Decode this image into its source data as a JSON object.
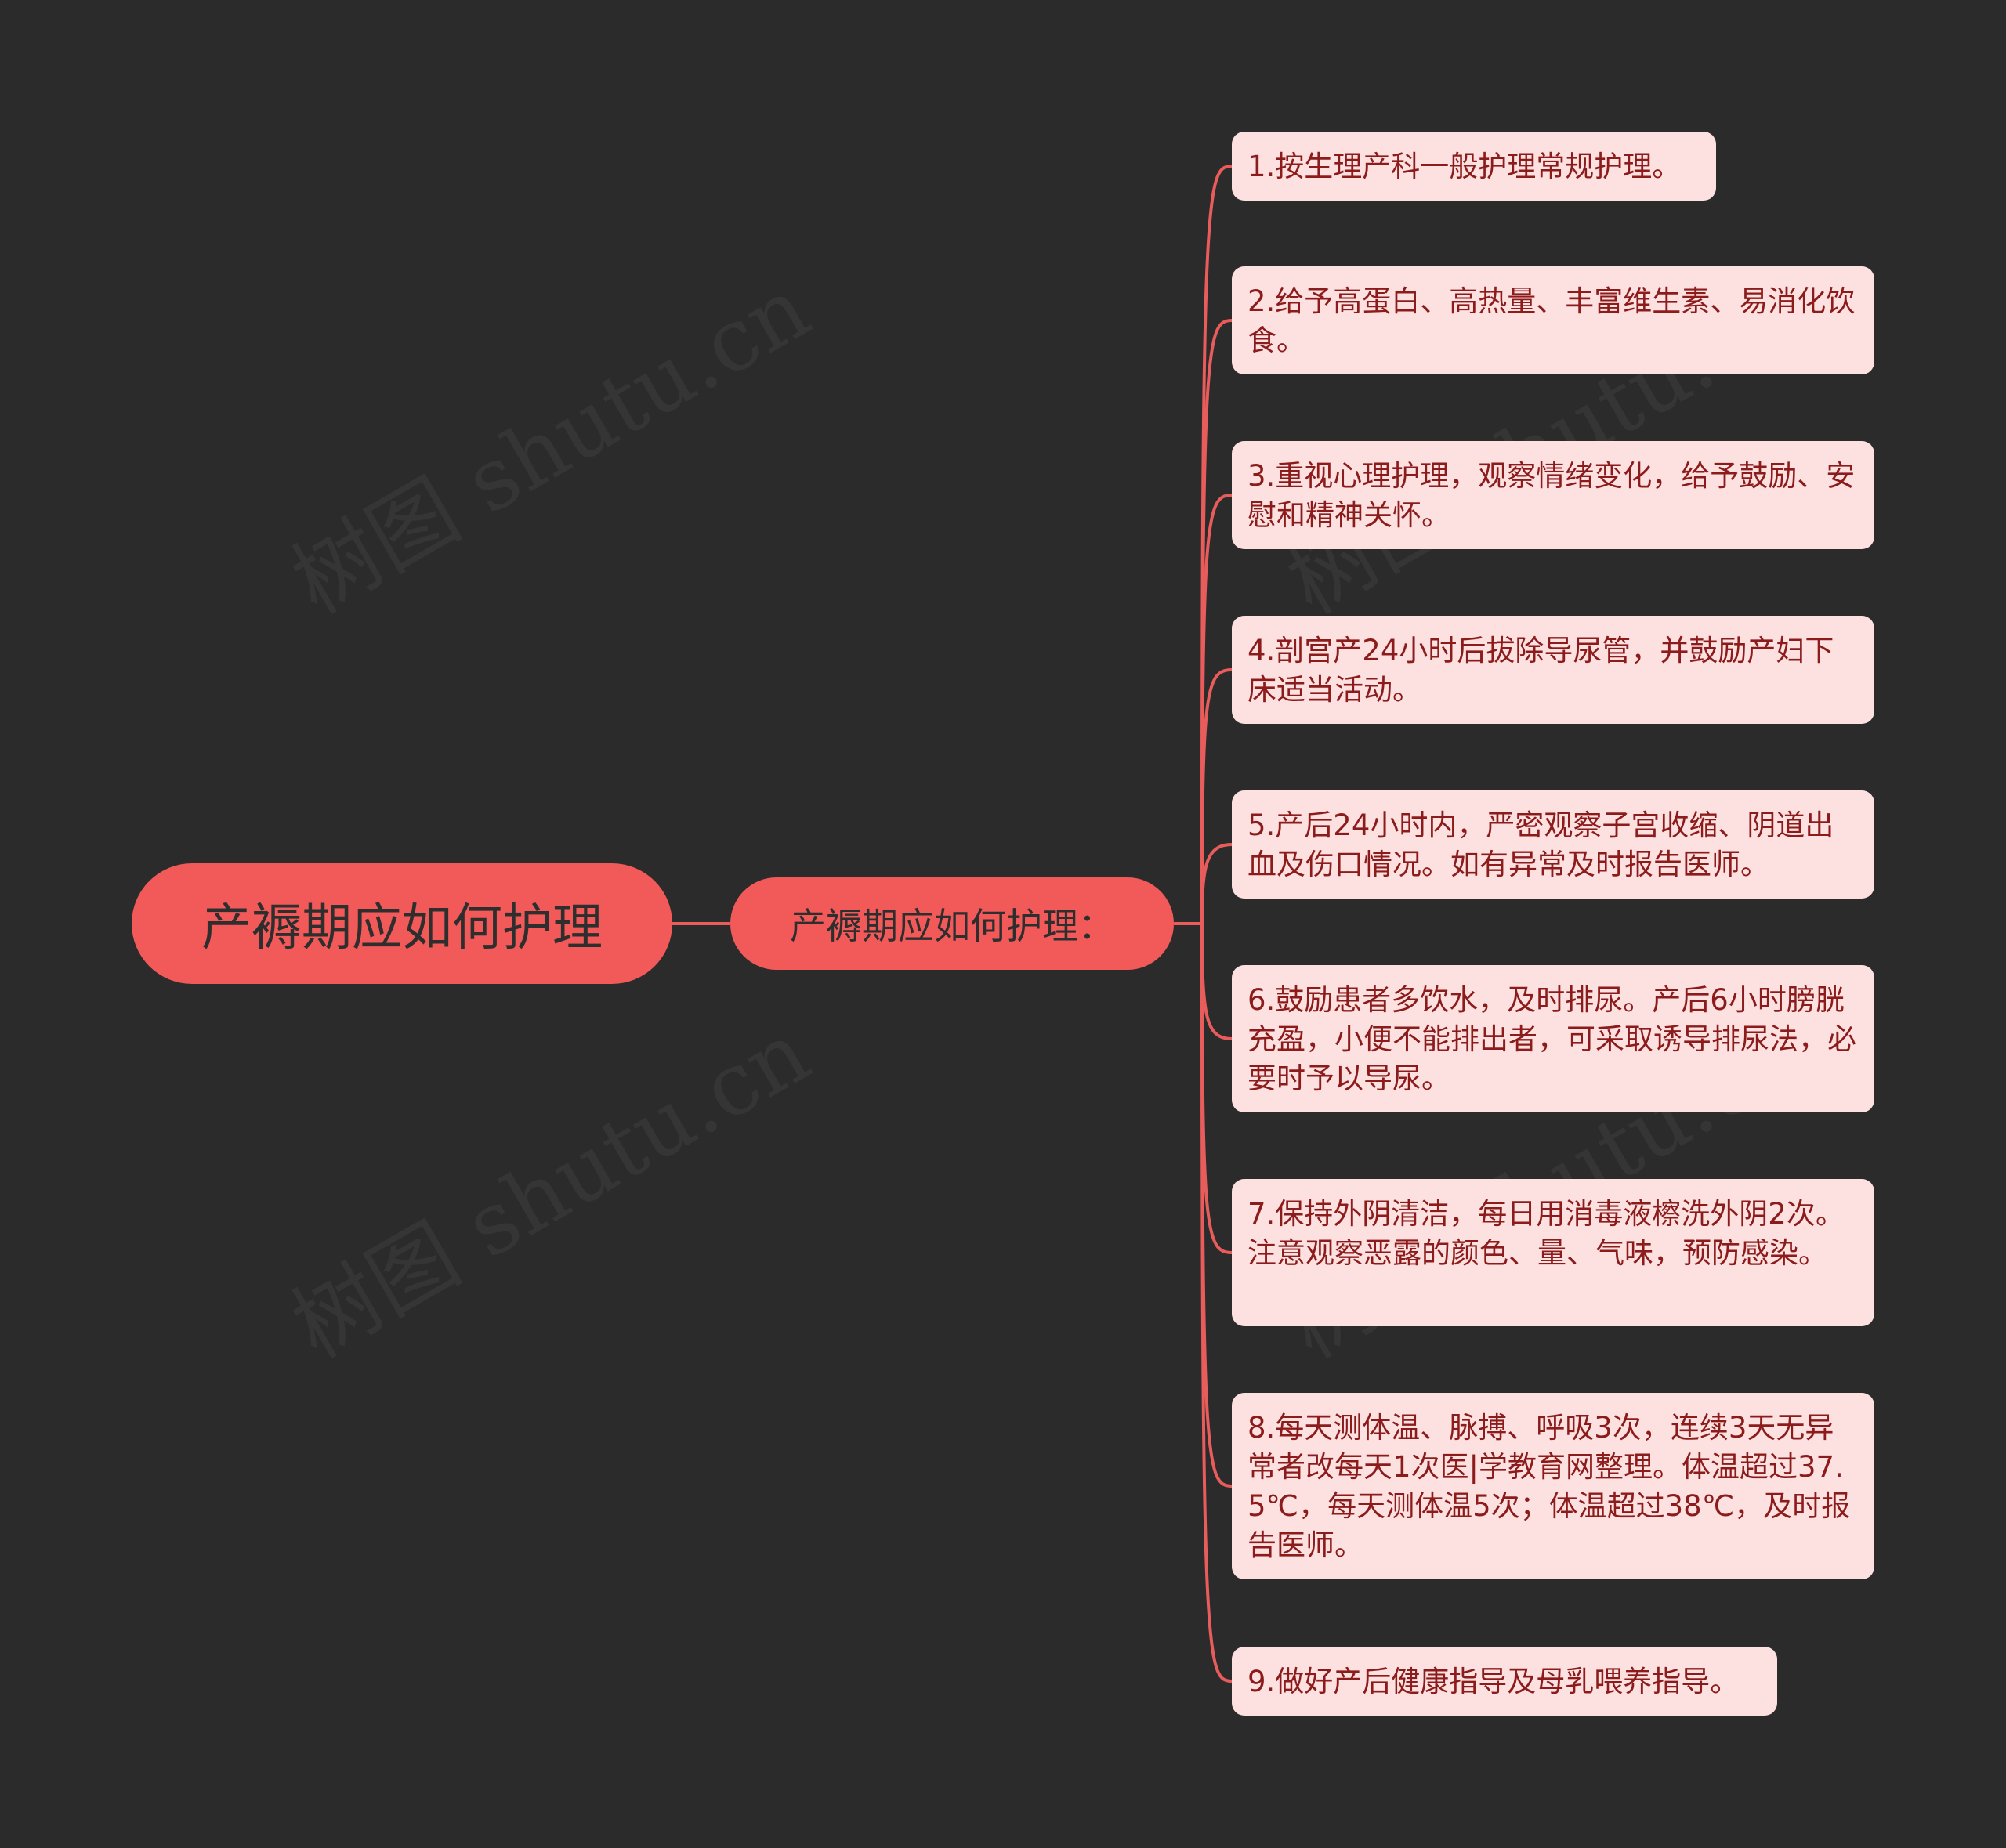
{
  "root": {
    "label": "产褥期应如何护理"
  },
  "sub": {
    "label": "产褥期应如何护理："
  },
  "items": [
    {
      "text": "1.按生理产科一般护理常规护理。"
    },
    {
      "text": "2.给予高蛋白、高热量、丰富维生素、易消化饮食。"
    },
    {
      "text": "3.重视心理护理，观察情绪变化，给予鼓励、安慰和精神关怀。"
    },
    {
      "text": "4.剖宫产24小时后拔除导尿管，并鼓励产妇下床适当活动。"
    },
    {
      "text": "5.产后24小时内，严密观察子宫收缩、阴道出血及伤口情况。如有异常及时报告医师。"
    },
    {
      "text": "6.鼓励患者多饮水，及时排尿。产后6小时膀胱充盈，小便不能排出者，可采取诱导排尿法，必要时予以导尿。"
    },
    {
      "text": "7.保持外阴清洁，每日用消毒液檫洗外阴2次。注意观察恶露的颜色、量、气味，预防感染。"
    },
    {
      "text": "8.每天测体温、脉搏、呼吸3次，连续3天无异常者改每天1次医|学教育网整理。体温超过37.5℃，每天测体温5次；体温超过38℃，及时报告医师。"
    },
    {
      "text": "9.做好产后健康指导及母乳喂养指导。"
    }
  ],
  "watermark": {
    "text": "树图 shutu.cn"
  },
  "colors": {
    "background": "#2b2b2b",
    "node": "#f25a5a",
    "leaf_fill": "#fde1e1",
    "leaf_text": "#8c1c1c",
    "link": "#e85c5c"
  }
}
